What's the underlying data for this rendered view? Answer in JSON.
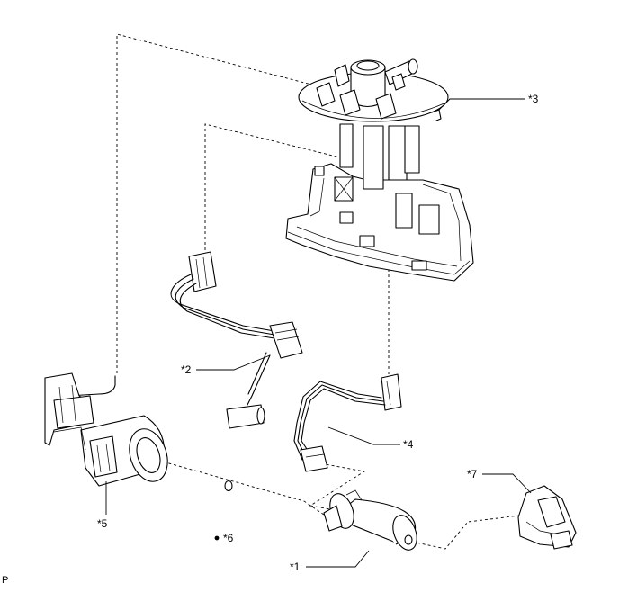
{
  "callouts": {
    "c1": "*1",
    "c2": "*2",
    "c3": "*3",
    "c4": "*4",
    "c5": "*5",
    "c6": "*6",
    "c7": "*7"
  },
  "corner_mark": "P"
}
